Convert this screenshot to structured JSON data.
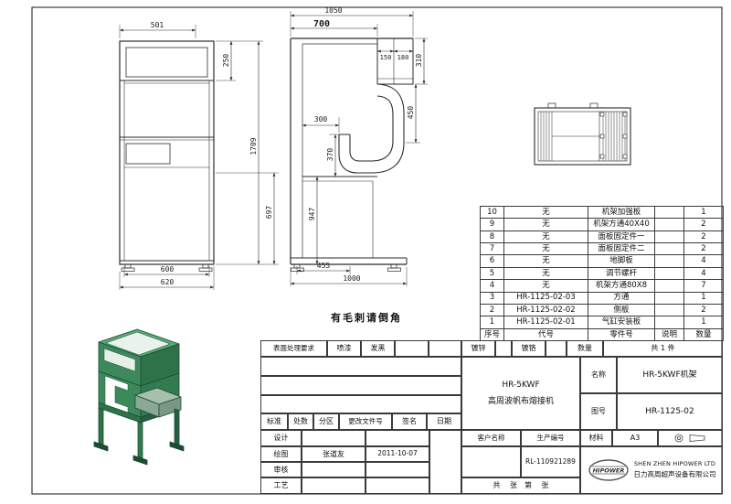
{
  "sheet": {
    "bg": "#ffffff",
    "line": "#2b2b2b",
    "accent_green": "#3c8a5c"
  },
  "note": "有毛刺请倒角",
  "front_view": {
    "d501": "501",
    "d250": "250",
    "d1709": "1709",
    "d697": "697",
    "d600": "600",
    "d620": "620"
  },
  "side_view": {
    "d1050": "1050",
    "d700": "700",
    "d150": "150",
    "d180": "180",
    "d310": "310",
    "d450": "450",
    "d300": "300",
    "d370": "370",
    "d947": "947",
    "d455": "455",
    "d1000": "1000"
  },
  "parts_table": {
    "headers": {
      "seq": "序号",
      "code": "代号",
      "part": "零件号",
      "desc": "说明",
      "qty": "数量"
    },
    "rows": [
      {
        "seq": "10",
        "code": "无",
        "part": "机架加强板",
        "desc": "",
        "qty": "1"
      },
      {
        "seq": "9",
        "code": "无",
        "part": "机架方通40X40",
        "desc": "",
        "qty": "2"
      },
      {
        "seq": "8",
        "code": "无",
        "part": "面板固定件一",
        "desc": "",
        "qty": "2"
      },
      {
        "seq": "7",
        "code": "无",
        "part": "面板固定件二",
        "desc": "",
        "qty": "2"
      },
      {
        "seq": "6",
        "code": "无",
        "part": "地脚板",
        "desc": "",
        "qty": "4"
      },
      {
        "seq": "5",
        "code": "无",
        "part": "调节螺杆",
        "desc": "",
        "qty": "4"
      },
      {
        "seq": "4",
        "code": "无",
        "part": "机架方通80X8",
        "desc": "",
        "qty": "7"
      },
      {
        "seq": "3",
        "code": "HR-1125-02-03",
        "part": "方通",
        "desc": "",
        "qty": "1"
      },
      {
        "seq": "2",
        "code": "HR-1125-02-02",
        "part": "侧板",
        "desc": "",
        "qty": "2"
      },
      {
        "seq": "1",
        "code": "HR-1125-02-01",
        "part": "气缸安装板",
        "desc": "",
        "qty": "1"
      }
    ]
  },
  "title_block": {
    "surface_row": {
      "label": "表面处理要求",
      "paint": "喷漆",
      "blacken": "发黑",
      "zinc": "镀锌",
      "chrome": "镀铬",
      "qty_label": "数量",
      "qty_value": "共 1 件"
    },
    "revision_header": {
      "std": "标准",
      "count": "处数",
      "zone": "分区",
      "doc": "更改文件号",
      "sign": "签名",
      "date": "日期"
    },
    "product": {
      "model": "HR-5KWF",
      "name": "高周波帆布熔接机"
    },
    "name_label": "名称",
    "name_value": "HR-5KWF机架",
    "dwg_label": "图号",
    "dwg_value": "HR-1125-02",
    "roles": {
      "design": "设计",
      "draw": "绘图",
      "check": "审核",
      "process": "工艺"
    },
    "drawer_name": "张道友",
    "draw_date": "2011-10-07",
    "customer_label": "客户名称",
    "order_label": "生产编号",
    "order_value": "RL-110921289",
    "material_label": "材料",
    "material_value": "A3",
    "sheet_info": "共　 张　第　 张",
    "company_en": "SHEN ZHEN HIPOWER LTD",
    "company_cn": "日力高周超声设备有限公司",
    "logo_text": "HIPOWER"
  }
}
